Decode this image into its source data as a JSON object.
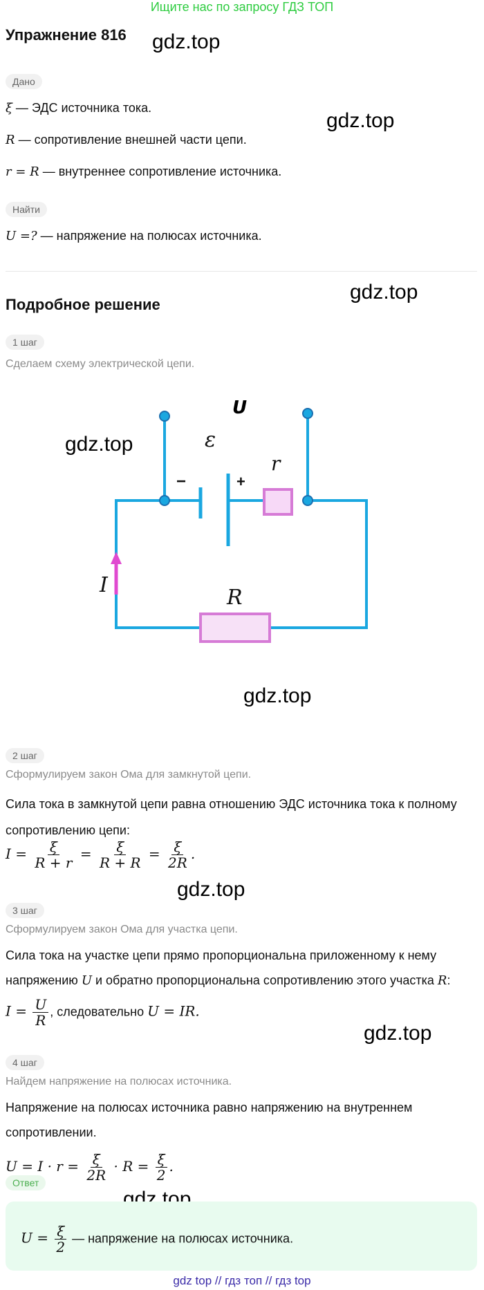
{
  "banner": "Ищите нас по запросу ГДЗ ТОП",
  "title": "Упражнение 816",
  "watermark": "gdz.top",
  "given_label": "Дано",
  "given": [
    {
      "sym": "ξ",
      "text": " — ЭДС источника тока."
    },
    {
      "sym": "R",
      "text": " — сопротивление внешней части цепи."
    },
    {
      "sym": "r = R",
      "text": " — внутреннее сопротивление источника."
    }
  ],
  "find_label": "Найти",
  "find": {
    "sym": "U =?",
    "text": " — напряжение на полюсах источника."
  },
  "solution_title": "Подробное решение",
  "steps": [
    {
      "label": "1 шаг",
      "desc": "Сделаем схему электрической цепи."
    },
    {
      "label": "2 шаг",
      "desc": "Сформулируем закон Ома для замкнутой цепи.",
      "text": "Сила тока в замкнутой цепи равна отношению ЭДС источника тока к полному сопротивлению цепи:"
    },
    {
      "label": "3 шаг",
      "desc": "Сформулируем закон Ома для участка цепи.",
      "text1": "Сила тока на участке цепи прямо пропорциональна приложенному к нему",
      "text2a": "напряжению ",
      "text2b": " и обратно пропорциональна сопротивлению этого участка ",
      "text3": ", следовательно "
    },
    {
      "label": "4 шаг",
      "desc": "Найдем напряжение на полюсах источника.",
      "text1": "Напряжение на полюсах источника равно напряжению на внутреннем",
      "text2": "сопротивлении."
    }
  ],
  "circuit": {
    "U": "U",
    "emf": "ε",
    "minus": "−",
    "plus": "+",
    "r": "r",
    "I": "I",
    "R": "R"
  },
  "answer_label": "Ответ",
  "answer_text": " — напряжение на полюсах источника.",
  "footer": "gdz top  //  гдз топ  //  гдз top"
}
